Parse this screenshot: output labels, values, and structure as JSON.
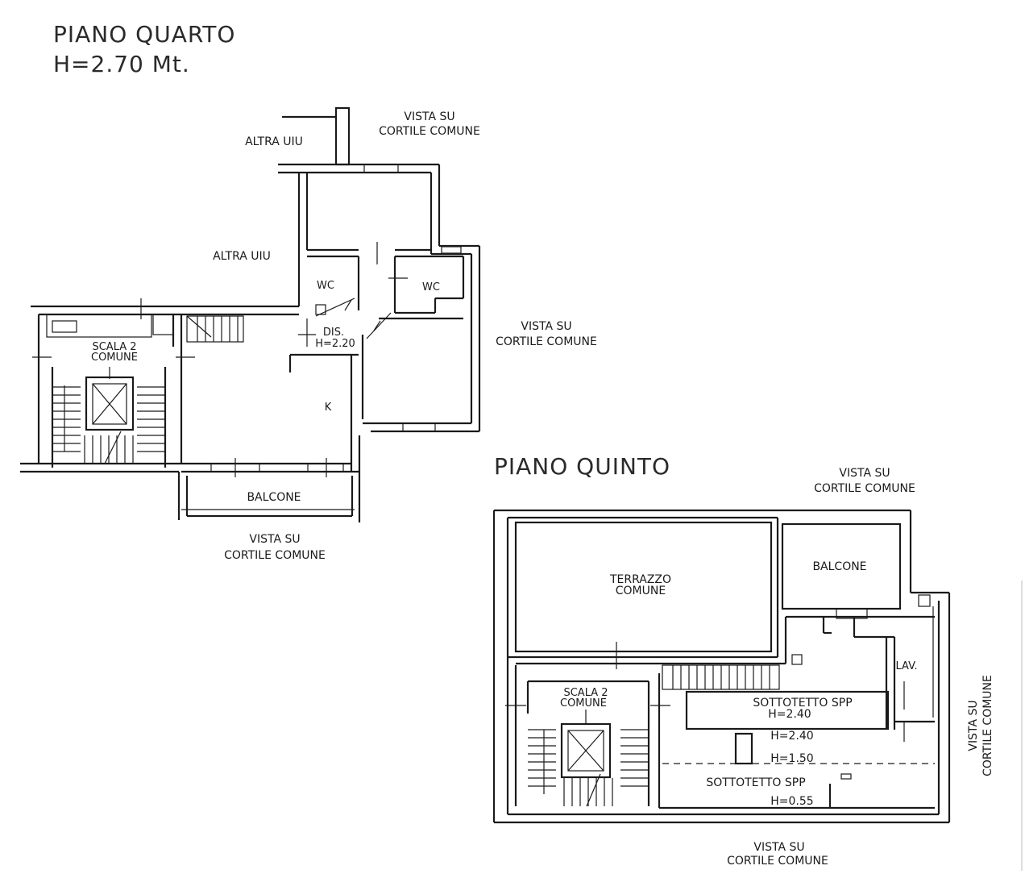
{
  "floor4": {
    "title": "PIANO QUARTO",
    "height": "H=2.70 Mt.",
    "labels": {
      "altra_uiu_top": "ALTRA UIU",
      "vista_top_1": "VISTA SU",
      "vista_top_2": "CORTILE COMUNE",
      "altra_uiu_mid": "ALTRA UIU",
      "wc_left": "WC",
      "wc_right": "WC",
      "dis": "DIS.",
      "dis_height": "H=2.20",
      "vista_right_1": "VISTA SU",
      "vista_right_2": "CORTILE COMUNE",
      "scala_1": "SCALA 2",
      "scala_2": "COMUNE",
      "kitchen": "K",
      "balcone": "BALCONE",
      "vista_bottom_1": "VISTA SU",
      "vista_bottom_2": "CORTILE COMUNE"
    }
  },
  "floor5": {
    "title": "PIANO QUINTO",
    "labels": {
      "vista_top_1": "VISTA SU",
      "vista_top_2": "CORTILE COMUNE",
      "terrazzo_1": "TERRAZZO",
      "terrazzo_2": "COMUNE",
      "balcone": "BALCONE",
      "lav": "LAV.",
      "scala_1": "SCALA 2",
      "scala_2": "COMUNE",
      "sottotetto_a": "SOTTOTETTO SPP",
      "sottotetto_a_h": "H=2.40",
      "h_240": "H=2.40",
      "h_150": "H=1.50",
      "sottotetto_b": "SOTTOTETTO SPP",
      "h_055": "H=0.55",
      "vista_right_1": "VISTA SU",
      "vista_right_2": "CORTILE COMUNE",
      "vista_bottom_1": "VISTA SU",
      "vista_bottom_2": "CORTILE COMUNE"
    }
  }
}
